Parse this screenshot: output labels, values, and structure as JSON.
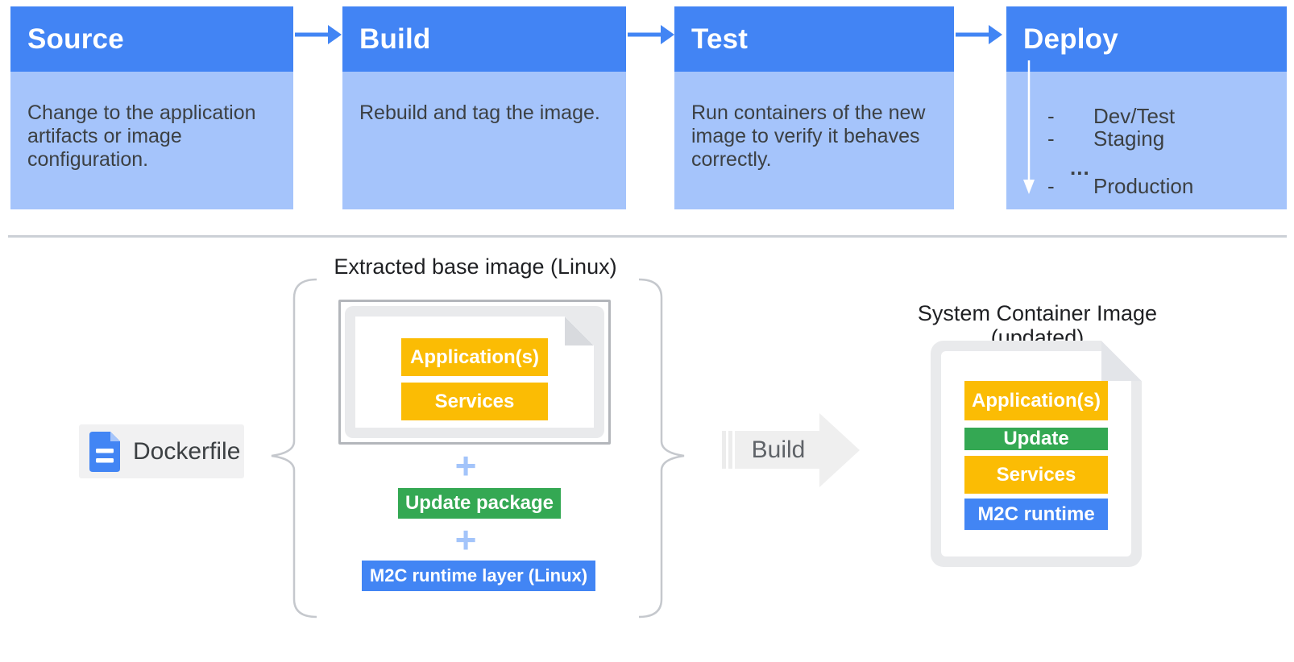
{
  "colors": {
    "stage_header_blue": "#4284F4",
    "stage_body_blue": "#A5C4FB",
    "flow_arrow_blue": "#4285F4",
    "layer_yellow": "#FBBC04",
    "layer_green": "#34A853",
    "layer_blue": "#4285F4",
    "doc_gray": "#E9EAEC",
    "build_arrow_gray": "#EFEFEF"
  },
  "pipeline": {
    "stages": [
      {
        "title": "Source",
        "description": "Change to the application\nartifacts or image\nconfiguration."
      },
      {
        "title": "Build",
        "description": "Rebuild and tag the image."
      },
      {
        "title": "Test",
        "description": "Run containers of the new\nimage to verify it behaves\ncorrectly."
      },
      {
        "title": "Deploy",
        "items": [
          {
            "dash": "-",
            "label": "Dev/Test"
          },
          {
            "dash": "-",
            "label": "Staging"
          },
          {
            "label": "..."
          },
          {
            "dash": "-",
            "label": "Production"
          }
        ]
      }
    ]
  },
  "build_flow": {
    "dockerfile_label": "Dockerfile",
    "base_image": {
      "title": "Extracted base image (Linux)",
      "layers": [
        "Application(s)",
        "Services"
      ]
    },
    "plus": "+",
    "update_package": "Update package",
    "runtime_layer": "M2C runtime layer (Linux)",
    "build_label": "Build",
    "system_image": {
      "title": "System Container Image (updated)",
      "layers": [
        "Application(s)",
        "Update",
        "Services",
        "M2C runtime"
      ]
    }
  }
}
